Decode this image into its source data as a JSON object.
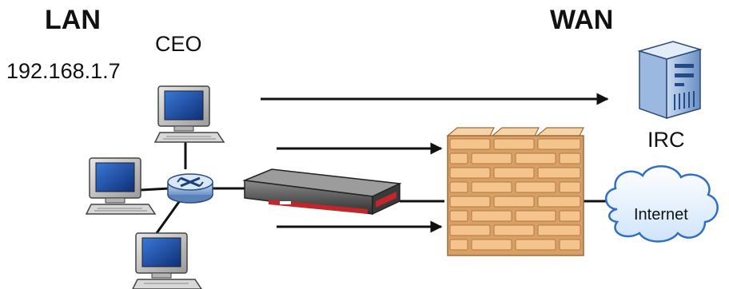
{
  "labels": {
    "lan": "LAN",
    "wan": "WAN",
    "ceo": "CEO",
    "ceo_ip": "192.168.1.7",
    "irc": "IRC",
    "internet": "Internet"
  },
  "colors": {
    "brick": "#f4c48c",
    "mortar": "#d9a066",
    "monitor_screen": "#1a4fae",
    "device_red": "#c0262b",
    "cloud": "#eaf4ff",
    "server": "#8fb0dc"
  },
  "icons": [
    "computer-icon",
    "router-icon",
    "firewall-appliance-icon",
    "firewall-icon",
    "server-icon",
    "cloud-icon"
  ]
}
